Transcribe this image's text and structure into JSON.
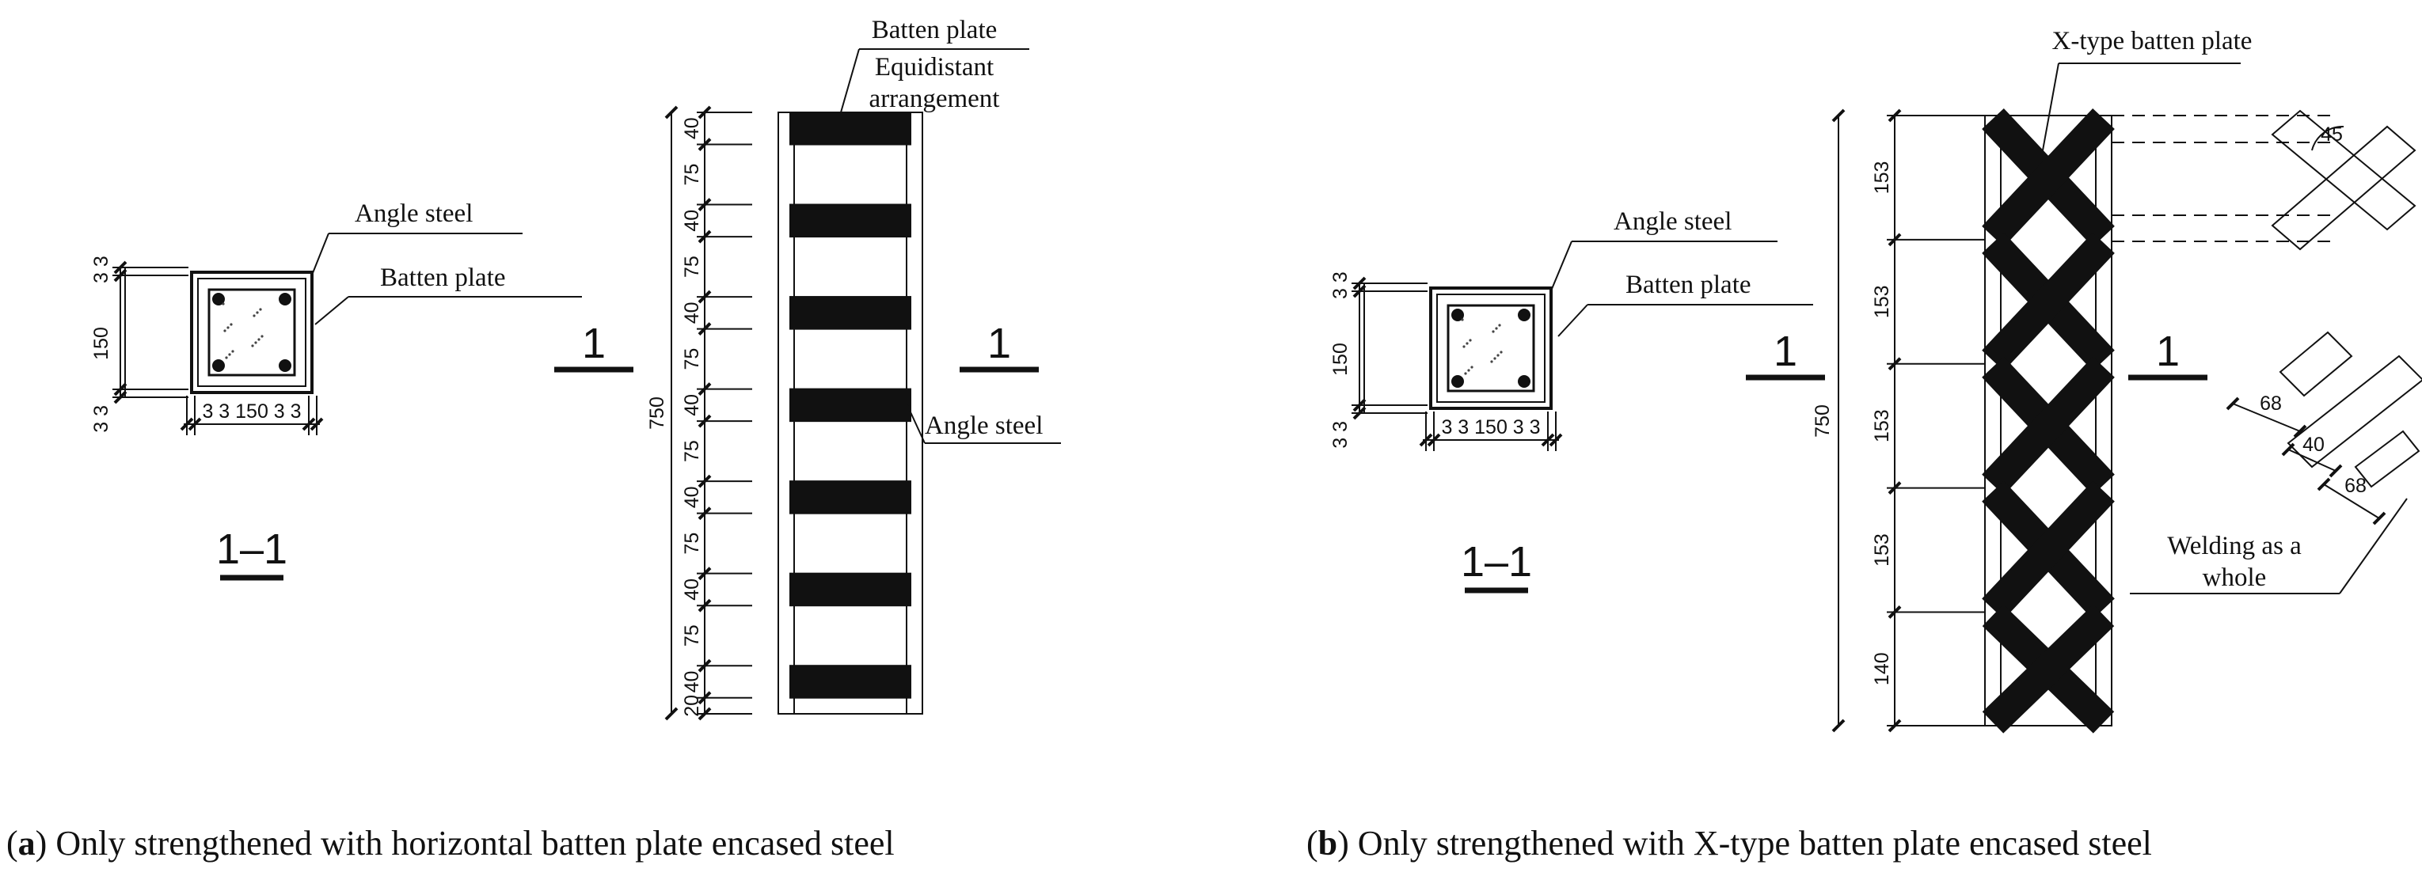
{
  "panel_a": {
    "caption_letter": "a",
    "caption_text": "Only strengthened with horizontal batten plate encased steel",
    "section_label": "1–1",
    "cut_mark": "1",
    "labels": {
      "angle_steel": "Angle steel",
      "batten_plate": "Batten plate",
      "elev_batten_plate": "Batten plate",
      "equidistant_1": "Equidistant",
      "equidistant_2": "arrangement",
      "elev_angle_steel": "Angle steel"
    },
    "section_dims": {
      "left_top": "3  3",
      "left_mid": "150",
      "left_bot": "3  3",
      "bottom": "3  3   150   3  3"
    },
    "elevation": {
      "total": "750",
      "segments": [
        "40",
        "75",
        "40",
        "75",
        "40",
        "75",
        "40",
        "75",
        "40",
        "75",
        "40",
        "75",
        "40",
        "20"
      ]
    }
  },
  "panel_b": {
    "caption_letter": "b",
    "caption_text": "Only strengthened with X-type batten plate encased steel",
    "section_label": "1–1",
    "cut_mark": "1",
    "labels": {
      "x_type": "X-type batten plate",
      "angle_steel": "Angle steel",
      "batten_plate": "Batten plate",
      "welding_1": "Welding as a",
      "welding_2": "whole",
      "angle": "45"
    },
    "section_dims": {
      "left_top": "3  3",
      "left_mid": "150",
      "left_bot": "3  3",
      "bottom": "3  3   150   3  3"
    },
    "elevation": {
      "total": "750",
      "segments": [
        "153",
        "153",
        "153",
        "153",
        "140"
      ]
    },
    "detail_dims": [
      "68",
      "40",
      "68"
    ]
  }
}
